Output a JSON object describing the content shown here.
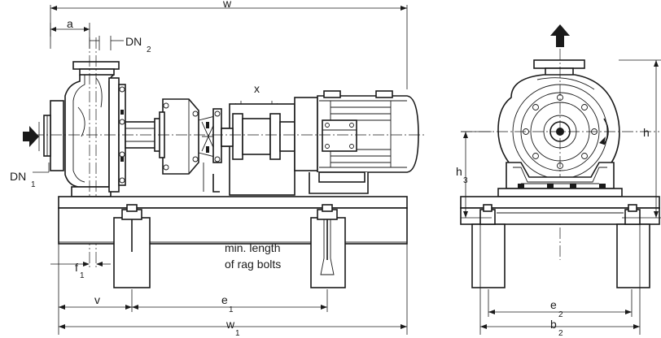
{
  "labels": {
    "w": "w",
    "a": "a",
    "dn2_main": "DN",
    "dn2_sub": "2",
    "x": "x",
    "dn1_main": "DN",
    "dn1_sub": "1",
    "f1_main": "f",
    "f1_sub": "1",
    "v": "v",
    "e1_main": "e",
    "e1_sub": "1",
    "w1_main": "w",
    "w1_sub": "1",
    "h": "h",
    "h3_main": "h",
    "h3_sub": "3",
    "e2_main": "e",
    "e2_sub": "2",
    "b2_main": "b",
    "b2_sub": "2"
  },
  "note": {
    "line1": "min. length",
    "line2": "of rag bolts"
  }
}
